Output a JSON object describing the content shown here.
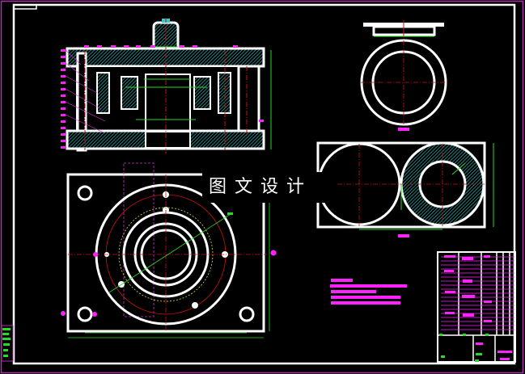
{
  "drawing": {
    "type": "mechanical-assembly-drawing",
    "background": "#000000",
    "colors": {
      "outline": "#ffffff",
      "hatch": "#33cccc",
      "centerline": "#cc1111",
      "dimension": "#22dd22",
      "annotation": "#ff22ff",
      "hidden": "#dddd33",
      "border": "#aa33aa"
    },
    "watermark": "图文设计",
    "views": [
      {
        "name": "front-section-view",
        "label": ""
      },
      {
        "name": "top-plan-view",
        "label": ""
      },
      {
        "name": "part-ring-side-view",
        "label": ""
      },
      {
        "name": "part-ring-plan-view",
        "label": ""
      },
      {
        "name": "blank-layout-view",
        "label": ""
      }
    ],
    "technical_requirements": {
      "lines": 5
    },
    "title_block": {
      "rows": 22
    }
  }
}
